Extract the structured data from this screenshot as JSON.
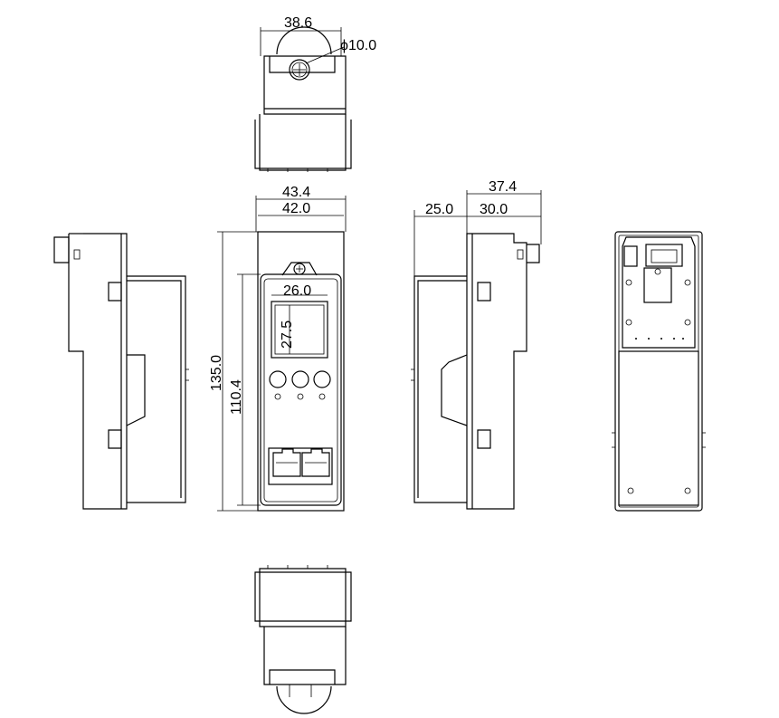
{
  "drawing": {
    "dimensions": {
      "top_width": "38.6",
      "top_diameter": "ϕ10.0",
      "front_outer_width": "43.4",
      "front_inner_width": "42.0",
      "front_height": "135.0",
      "front_inner_height": "110.4",
      "display_width": "26.0",
      "display_height": "27.5",
      "side_total": "37.4",
      "side_back": "25.0",
      "side_front": "30.0"
    }
  }
}
